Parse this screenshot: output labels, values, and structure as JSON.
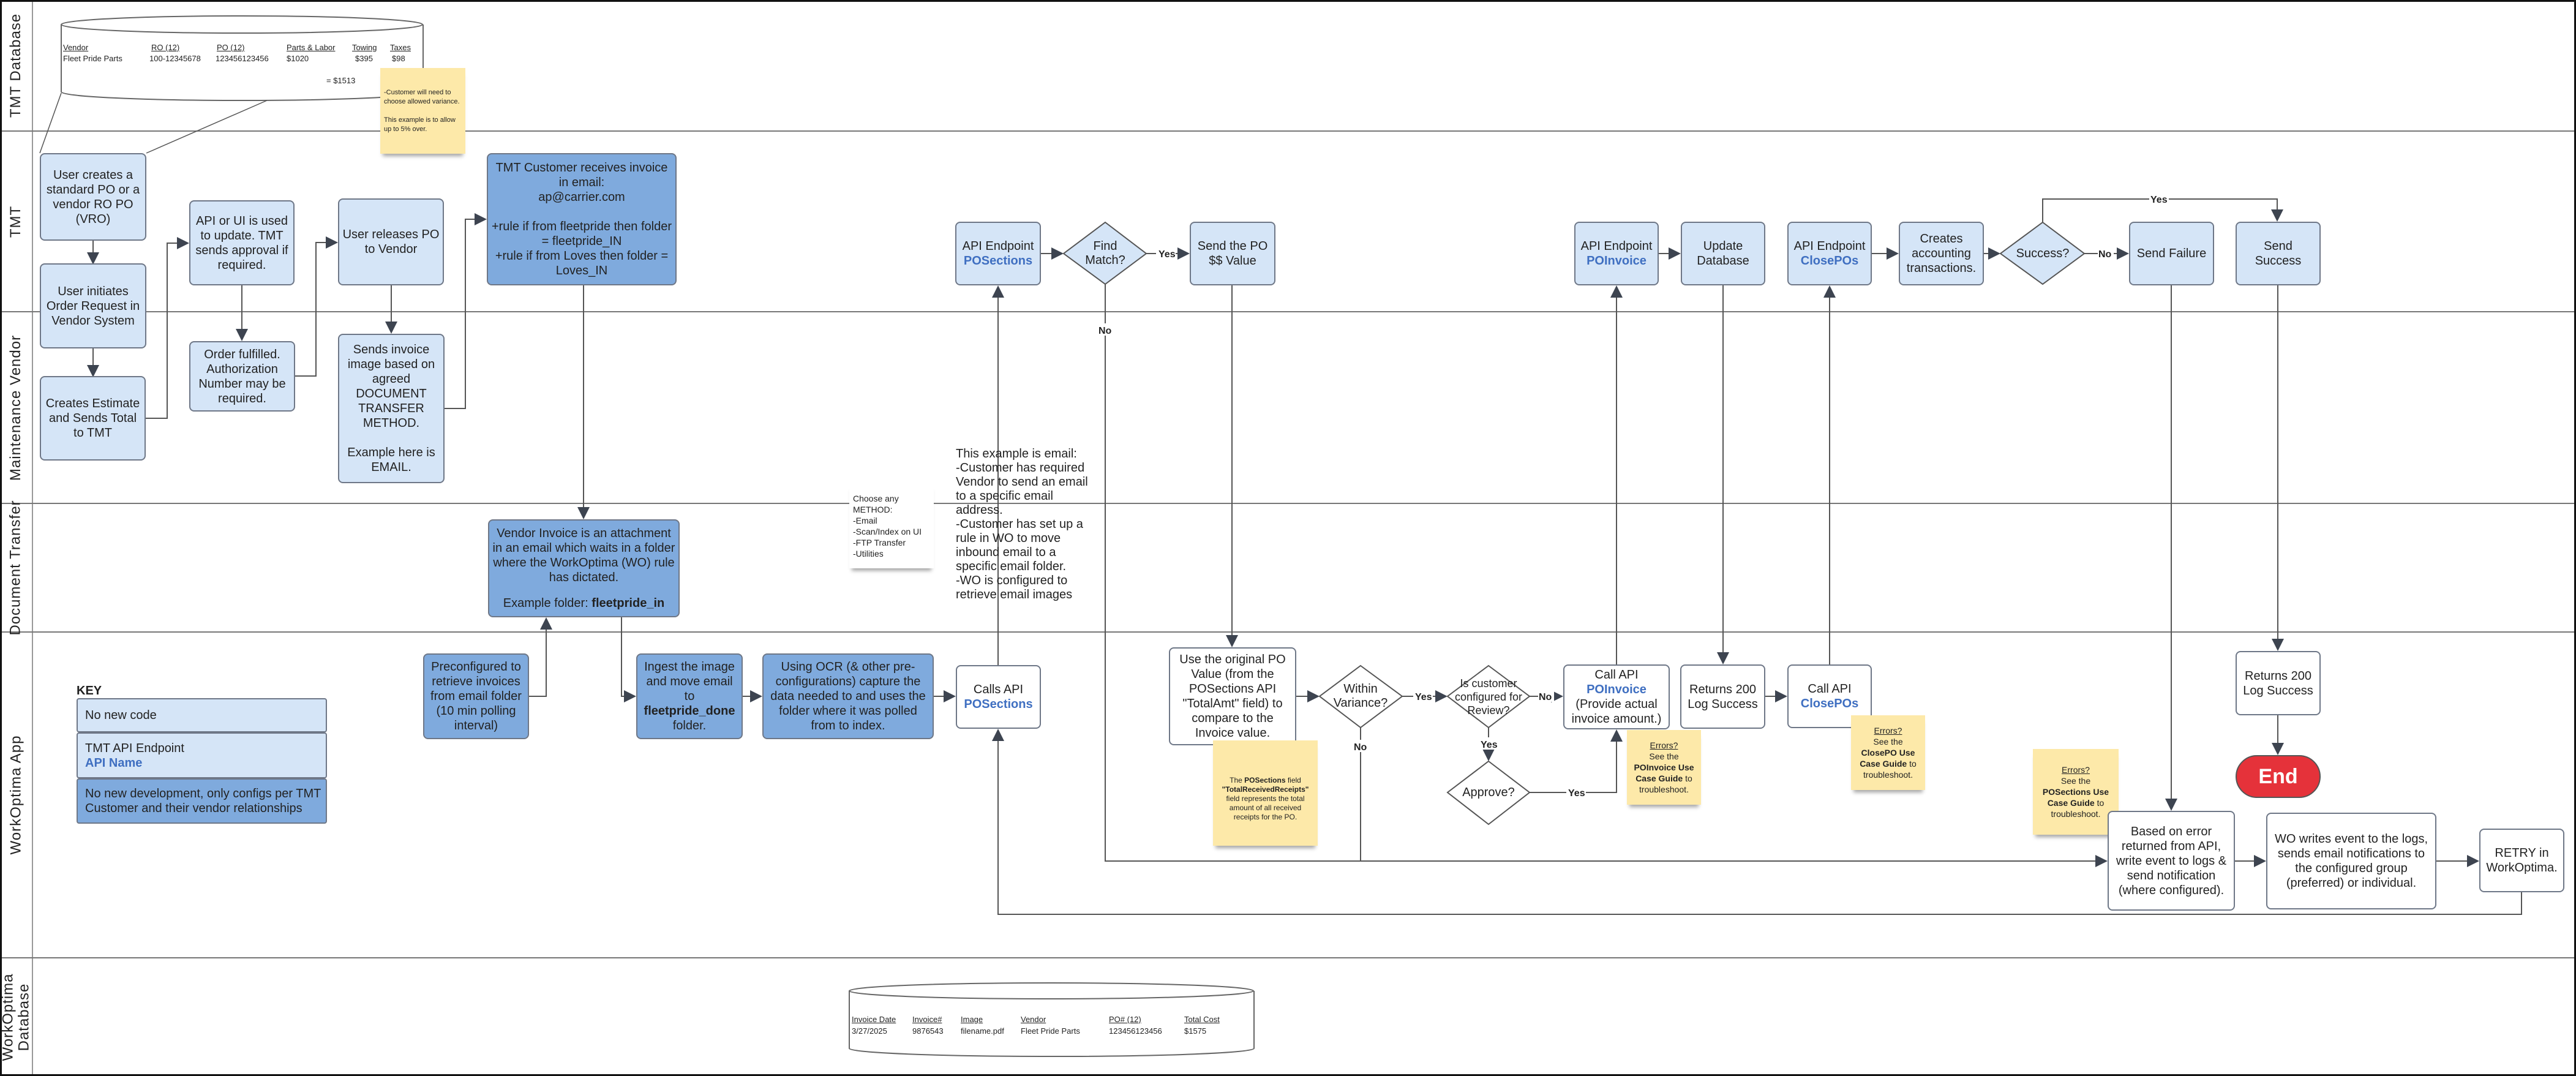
{
  "lanes": [
    "TMT Database",
    "TMT",
    "Maintenance Vendor",
    "Document Transfer",
    "WorkOptima App",
    "WorkOptima\nDatabase"
  ],
  "tmt_db": {
    "headers": [
      "Vendor",
      "RO (12)",
      "PO (12)",
      "Parts & Labor",
      "Towing",
      "Taxes"
    ],
    "row": [
      "Fleet Pride Parts",
      "100-12345678",
      "123456123456",
      "$1020",
      "$395",
      "$98"
    ],
    "total": "= $1513"
  },
  "variance_note": "-Customer will need to choose allowed variance.\n\nThis example is to allow up to 5% over.",
  "tmt": {
    "create_po": "User creates a standard PO or a vendor RO PO (VRO)",
    "initiate": "User initiates Order Request in Vendor System",
    "api_ui": "API or UI is used to update. TMT sends approval if required.",
    "release": "User releases PO to Vendor",
    "customer_receives": "TMT Customer receives invoice in email:\nap@carrier.com\n\n+rule if from fleetpride then folder = fleetpride_IN\n+rule if from Loves then folder = Loves_IN",
    "endpoint_label": "API Endpoint",
    "posections": "POSections",
    "find_match": "Find\nMatch?",
    "send_po_value": "Send the PO\n$$ Value",
    "poinvoice": "POInvoice",
    "update_db": "Update\nDatabase",
    "closepos": "ClosePOs",
    "accounting": "Creates accounting transactions.",
    "success_q": "Success?",
    "send_failure": "Send Failure",
    "send_success": "Send\nSuccess"
  },
  "vendor": {
    "estimate": "Creates Estimate and Sends Total to TMT",
    "fulfilled": "Order fulfilled. Authorization Number may be required.",
    "sends_invoice": "Sends invoice image based on agreed DOCUMENT TRANSFER METHOD.\n\nExample here is EMAIL."
  },
  "doc_transfer": {
    "vendor_invoice": "Vendor Invoice is an attachment in an email which waits in a folder where the WorkOptima (WO) rule has dictated.",
    "example_folder_label": "Example folder:",
    "example_folder": "fleetpride_in",
    "methods_note": "Choose any METHOD:\n-Email\n-Scan/Index on UI\n-FTP Transfer\n-Utilities",
    "email_note": "This example is email:\n-Customer has required Vendor to send an email to a specific email address.\n-Customer has set up a rule in WO to move inbound email to a specific email folder.\n-WO is configured to retrieve email images"
  },
  "key": {
    "title": "KEY",
    "items": [
      "No new code",
      "TMT API Endpoint",
      "API Name",
      "No new development, only configs per TMT Customer and their vendor relationships"
    ]
  },
  "wo": {
    "preconfigured": "Preconfigured to retrieve invoices from email folder (10 min polling interval)",
    "ingest_pre": "Ingest the image and move email to",
    "ingest_folder": "fleetpride_done",
    "ingest_post": "folder.",
    "ocr": "Using OCR (& other pre-configurations) capture the data needed to and uses the folder where it was polled from to index.",
    "calls_api": "Calls API",
    "use_po": "Use the original PO Value (from the POSections API \"TotalAmt\" field) to compare to the Invoice value.",
    "posections_note_1": "The ",
    "posections_note_2": "POSections",
    "posections_note_3": " field ",
    "posections_note_4": "\"TotalReceivedReceipts\"",
    "posections_note_5": " field represents the total amount of all received receipts for the PO.",
    "within_variance": "Within\nVariance?",
    "review_q": "Is customer\nconfigured for\nReview?",
    "approve_q": "Approve?",
    "call_api": "Call API",
    "provide_amount": "(Provide actual\ninvoice amount.)",
    "returns_200": "Returns 200\nLog Success",
    "errors": "Errors?",
    "see_the": "See the",
    "poinvoice_guide": "POInvoice Use Case Guide",
    "closepo_guide": "ClosePO Use Case Guide",
    "posections_guide": "POSections Use Case Guide",
    "to_troubleshoot": "to troubleshoot.",
    "end": "End",
    "based_on_error": "Based on error returned from API, write event to logs & send notification (where configured).",
    "wo_writes": "WO writes event to the logs, sends email notifications to the configured group (preferred) or individual.",
    "retry": "RETRY in WorkOptima."
  },
  "wo_db": {
    "headers": [
      "Invoice Date",
      "Invoice#",
      "Image",
      "Vendor",
      "PO# (12)",
      "Total Cost"
    ],
    "row": [
      "3/27/2025",
      "9876543",
      "filename.pdf",
      "Fleet Pride Parts",
      "123456123456",
      "$1575"
    ]
  },
  "edge_labels": {
    "yes": "Yes",
    "no": "No"
  },
  "colors": {
    "light_box": "#d5e5f7",
    "dark_box": "#7faadd",
    "api_name": "#3f6fc1",
    "sticky": "#fde9a9",
    "end": "#e5323a"
  }
}
